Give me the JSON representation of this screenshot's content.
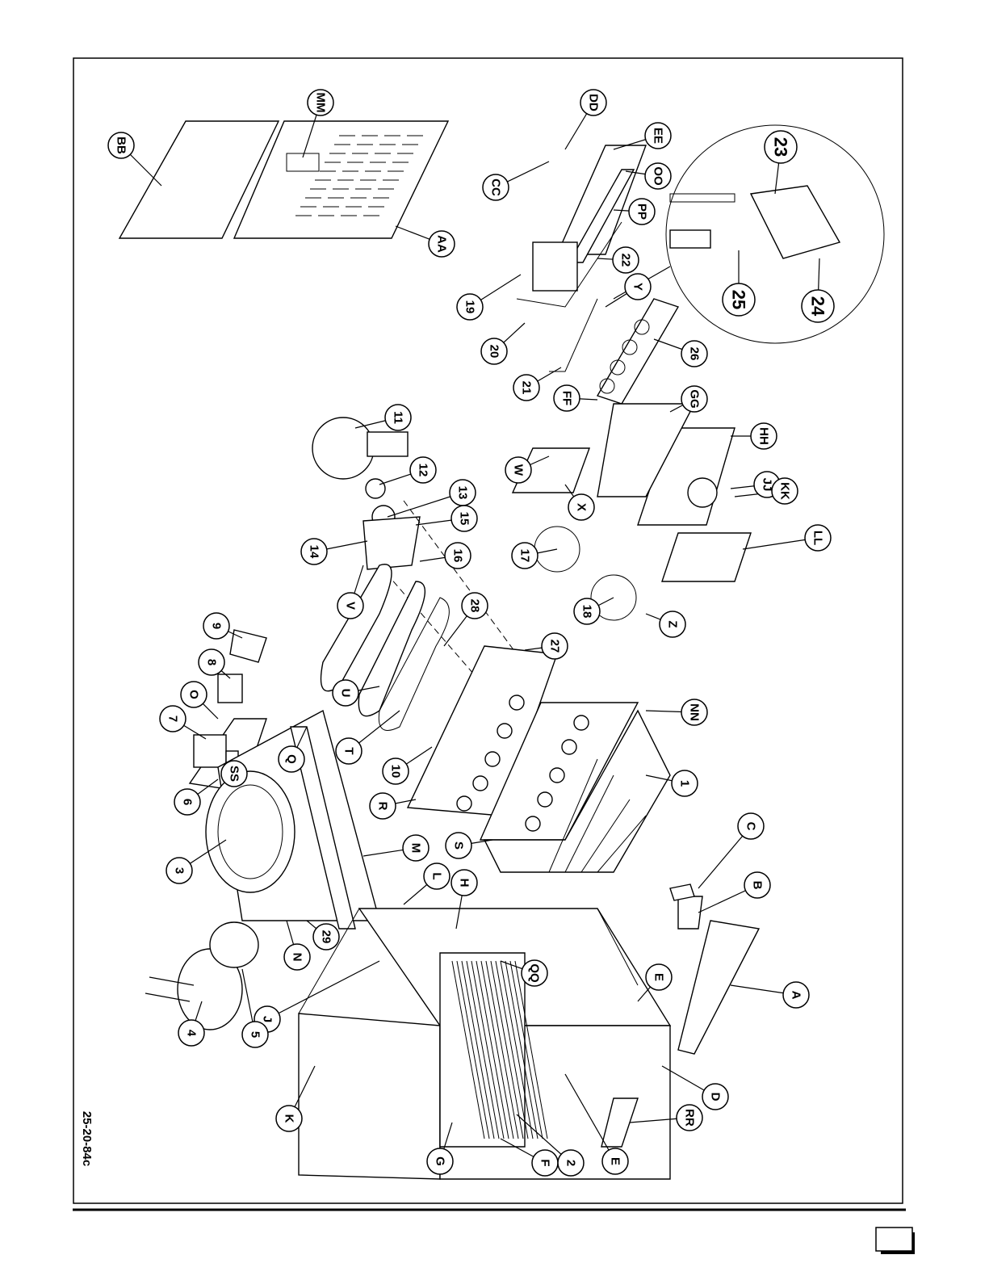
{
  "drawing_number": "25-20-84c",
  "page_box": "",
  "callouts": [
    "BB",
    "MM",
    "DD",
    "EE",
    "CC",
    "OO",
    "PP",
    "AA",
    "23",
    "22",
    "19",
    "Y",
    "25",
    "24",
    "20",
    "21",
    "26",
    "FF",
    "GG",
    "11",
    "HH",
    "12",
    "13",
    "W",
    "JJ",
    "X",
    "KK",
    "15",
    "14",
    "16",
    "17",
    "LL",
    "9",
    "V",
    "18",
    "Z",
    "28",
    "27",
    "8",
    "O",
    "U",
    "7",
    "T",
    "NN",
    "10",
    "1",
    "6",
    "SS",
    "Q",
    "R",
    "S",
    "C",
    "M",
    "3",
    "L",
    "H",
    "B",
    "29",
    "QQ",
    "N",
    "E",
    "A",
    "J",
    "4",
    "5",
    "K",
    "D",
    "RR",
    "G",
    "F",
    "2",
    "E"
  ]
}
